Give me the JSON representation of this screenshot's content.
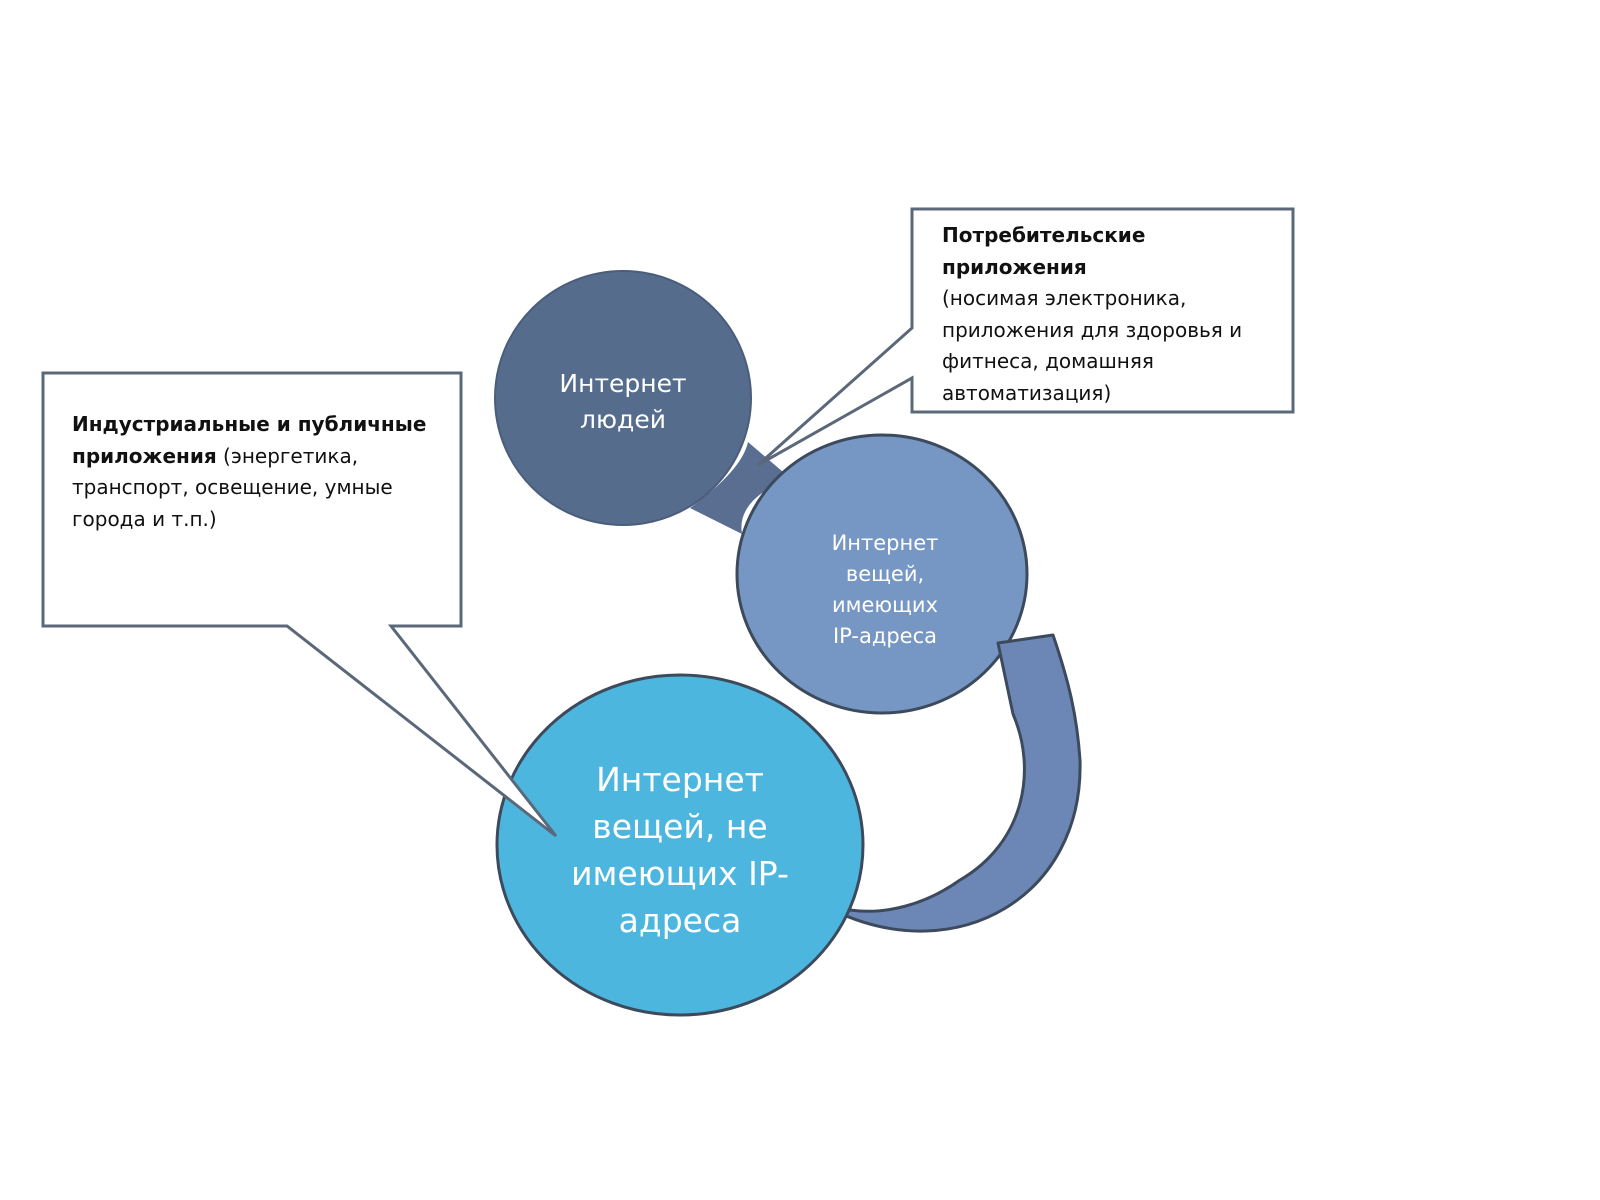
{
  "circles": {
    "people": {
      "label_line1": "Интернет",
      "label_line2": "людей",
      "color": "#566c8d"
    },
    "things_ip": {
      "label_line1": "Интернет",
      "label_line2": "вещей,",
      "label_line3": "имеющих",
      "label_line4": "IP-адреса",
      "color": "#7696c4"
    },
    "things_no_ip": {
      "label_line1": "Интернет",
      "label_line2": "вещей, не",
      "label_line3": "имеющих IP-",
      "label_line4": "адреса",
      "color": "#4db6df"
    }
  },
  "callouts": {
    "industrial": {
      "title": "Индустриальные и публичные приложения",
      "body": " (энергетика, транспорт, освещение, умные города и т.п.)"
    },
    "consumer": {
      "title": "Потребительские приложения",
      "body": "(носимая электроника, приложения для здоровья и фитнеса, домашняя автоматизация)"
    }
  },
  "colors": {
    "arrow": "#6c87b6",
    "outline": "#3c4a5c",
    "callout_border": "#5b6879",
    "connector": "#5a6e91"
  }
}
